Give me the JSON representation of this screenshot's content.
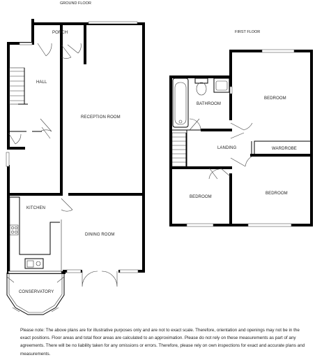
{
  "ground_floor": {
    "heading": "GROUND FLOOR",
    "rooms": {
      "porch": "PORCH",
      "hall": "HALL",
      "reception": "RECEPTION ROOM",
      "kitchen": "KITCHEN",
      "dining": "DINING ROOM",
      "conservatory": "CONSERVATORY"
    }
  },
  "first_floor": {
    "heading": "FIRST FLOOR",
    "rooms": {
      "bathroom": "BATHROOM",
      "bedroom_1": "BEDROOM",
      "wardrobe": "WARDROBE",
      "landing": "LANDING",
      "bedroom_2": "BEDROOM",
      "bedroom_3": "BEDROOM"
    }
  },
  "disclaimer": "Please note: The above plans are for illustrative purposes only and are not to exact scale. Therefore, orientation and openings may not be in the exact positions. Floor areas and total floor areas are calculated to an approximation. Please do not rely on these measurements as part of any agreements. There will be no liability taken for any omissions or errors. Therefore, please rely on own inspections for exact and accurate plans and measurements."
}
